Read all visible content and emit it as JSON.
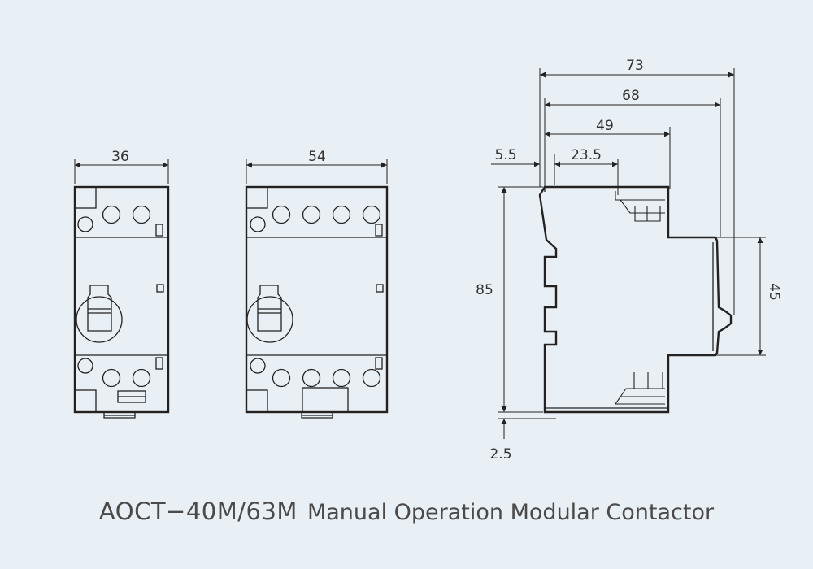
{
  "dimensions": {
    "front_2p_width": "36",
    "front_4p_width": "54",
    "side_total_depth": "73",
    "side_depth_68": "68",
    "side_depth_49": "49",
    "side_offset": "5.5",
    "side_depth_23_5": "23.5",
    "height": "85",
    "front_height": "45",
    "rail_offset": "2.5"
  },
  "caption": {
    "model": "AOCT−40M/63M",
    "description": "Manual Operation Modular Contactor"
  }
}
